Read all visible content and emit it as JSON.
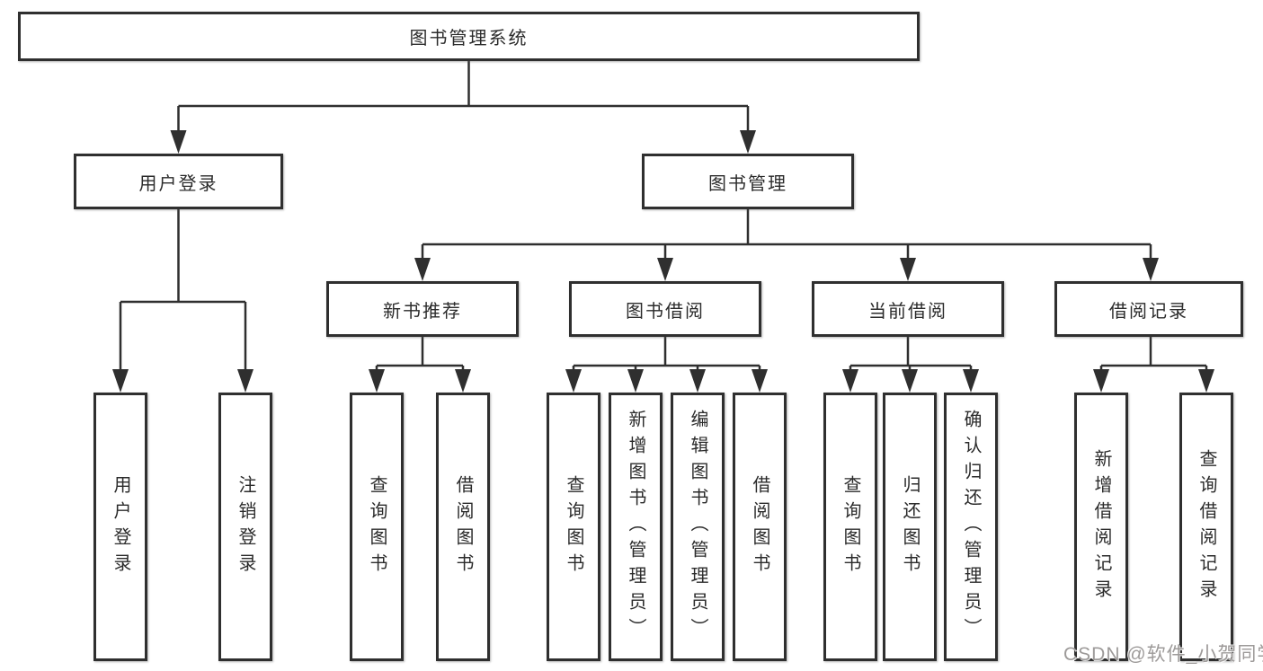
{
  "diagram": {
    "title": "图书管理系统",
    "root": {
      "label": "图书管理系统"
    },
    "level1": {
      "user_login": {
        "label": "用户登录"
      },
      "book_mgmt": {
        "label": "图书管理"
      }
    },
    "level2": {
      "new_books": {
        "label": "新书推荐"
      },
      "book_borrow": {
        "label": "图书借阅"
      },
      "current_borrow": {
        "label": "当前借阅"
      },
      "borrow_records": {
        "label": "借阅记录"
      }
    },
    "leaves": {
      "login": "用户登录",
      "logout": "注销登录",
      "nb_query": "查询图书",
      "nb_borrow": "借阅图书",
      "bb_query": "查询图书",
      "bb_add": "新增图书（管理员）",
      "bb_edit": "编辑图书（管理员）",
      "bb_borrow": "借阅图书",
      "cb_query": "查询图书",
      "cb_return": "归还图书",
      "cb_confirm": "确认归还（管理员）",
      "rc_add": "新增借阅记录",
      "rc_query": "查询借阅记录"
    }
  },
  "watermark": {
    "text": "CSDN @软件_小贺同学"
  },
  "colors": {
    "line": "#2f2f2f",
    "text": "#2b2b2b",
    "box_background": "#ffffff",
    "page_background": "#ffffff",
    "watermark": "#9d9a99"
  }
}
